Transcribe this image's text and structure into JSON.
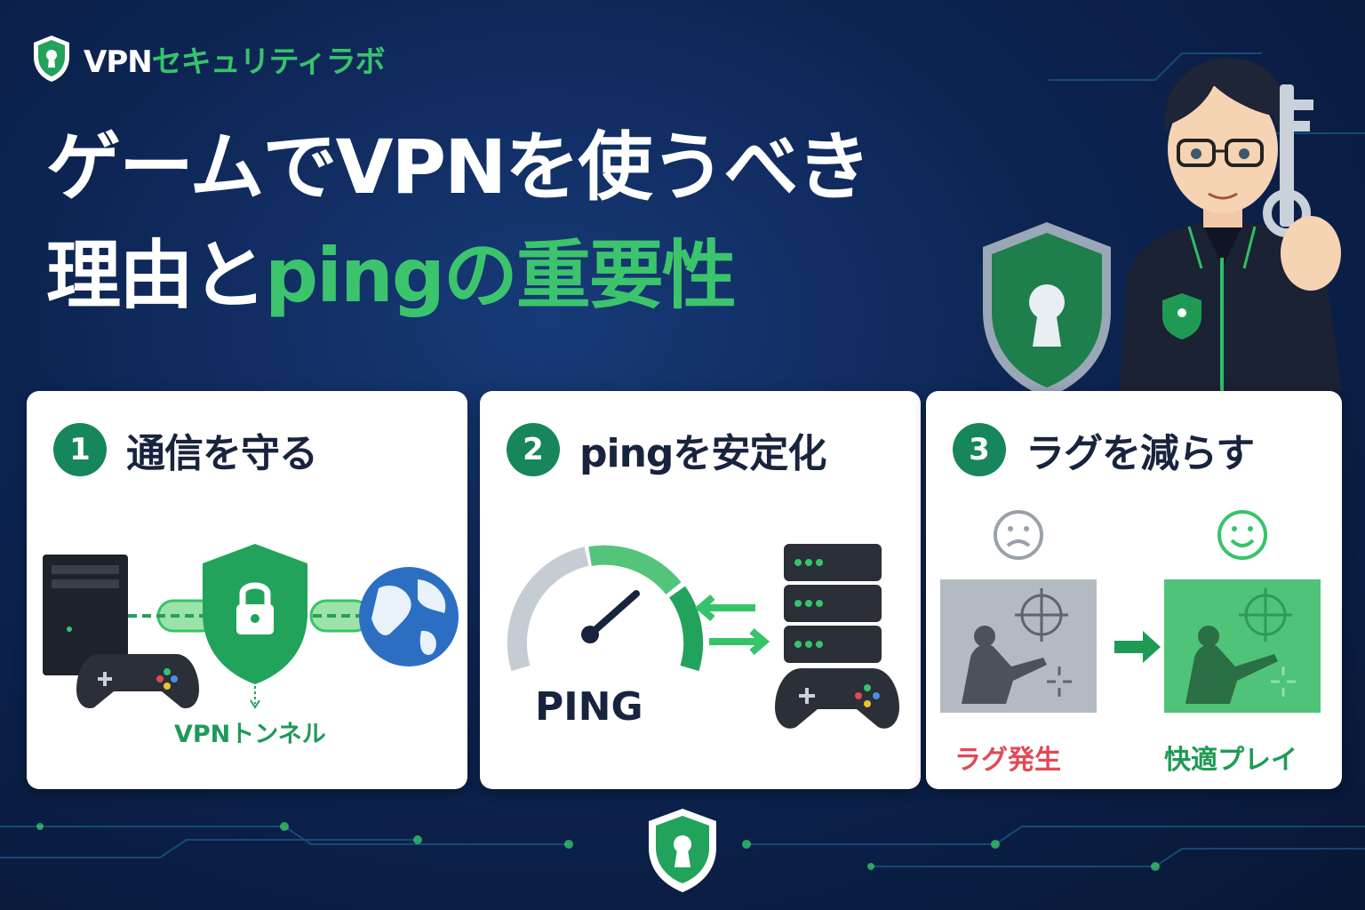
{
  "brand": {
    "name_white": "VPN",
    "name_green": "セキュリティラボ"
  },
  "headline": {
    "line1": "ゲームでVPNを使うべき",
    "line2_white": "理由と",
    "line2_green": "pingの重要性"
  },
  "cards": [
    {
      "number": "1",
      "title": "通信を守る",
      "caption": "VPNトンネル"
    },
    {
      "number": "2",
      "title": "pingを安定化",
      "caption": "PING"
    },
    {
      "number": "3",
      "title": "ラグを減らす",
      "caption_bad": "ラグ発生",
      "caption_good": "快適プレイ"
    }
  ],
  "colors": {
    "background": "#0d2452",
    "accent_green": "#35c46a",
    "number_green": "#17865a",
    "dark_text": "#18243e",
    "lag_red": "#e04a55"
  },
  "icons": [
    "shield-keyhole-icon",
    "lock-icon",
    "globe-icon",
    "server-icon",
    "gamepad-icon",
    "speedometer-icon",
    "crosshair-icon",
    "sad-face-icon",
    "happy-face-icon"
  ]
}
